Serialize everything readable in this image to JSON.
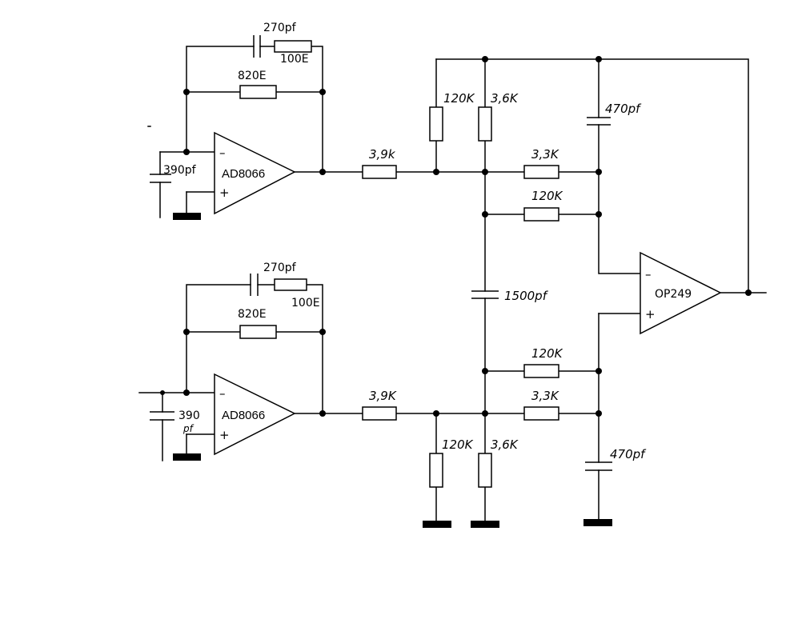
{
  "upper_stage": {
    "opamp": "AD8066",
    "feedback_cap": "270pf",
    "feedback_series_res": "100E",
    "feedback_res": "820E",
    "input_cap": "390pf",
    "input_res": "3,9k"
  },
  "lower_stage": {
    "opamp": "AD8066",
    "feedback_cap": "270pf",
    "feedback_series_res": "100E",
    "feedback_res": "820E",
    "input_cap_value": "390",
    "input_cap_unit": "pf",
    "input_res": "3,9K"
  },
  "network": {
    "top_shunt_left": "120K",
    "top_shunt_right": "3,6K",
    "top_series": "3,3K",
    "top_bridge": "120K",
    "top_cap": "470pf",
    "middle_cap": "1500pf",
    "bottom_bridge": "120K",
    "bottom_series": "3,3K",
    "bottom_shunt_left": "120K",
    "bottom_shunt_right": "3,6K",
    "bottom_cap": "470pf"
  },
  "output_stage": {
    "opamp": "OP249"
  },
  "pins": {
    "minus": "–",
    "plus": "+"
  }
}
